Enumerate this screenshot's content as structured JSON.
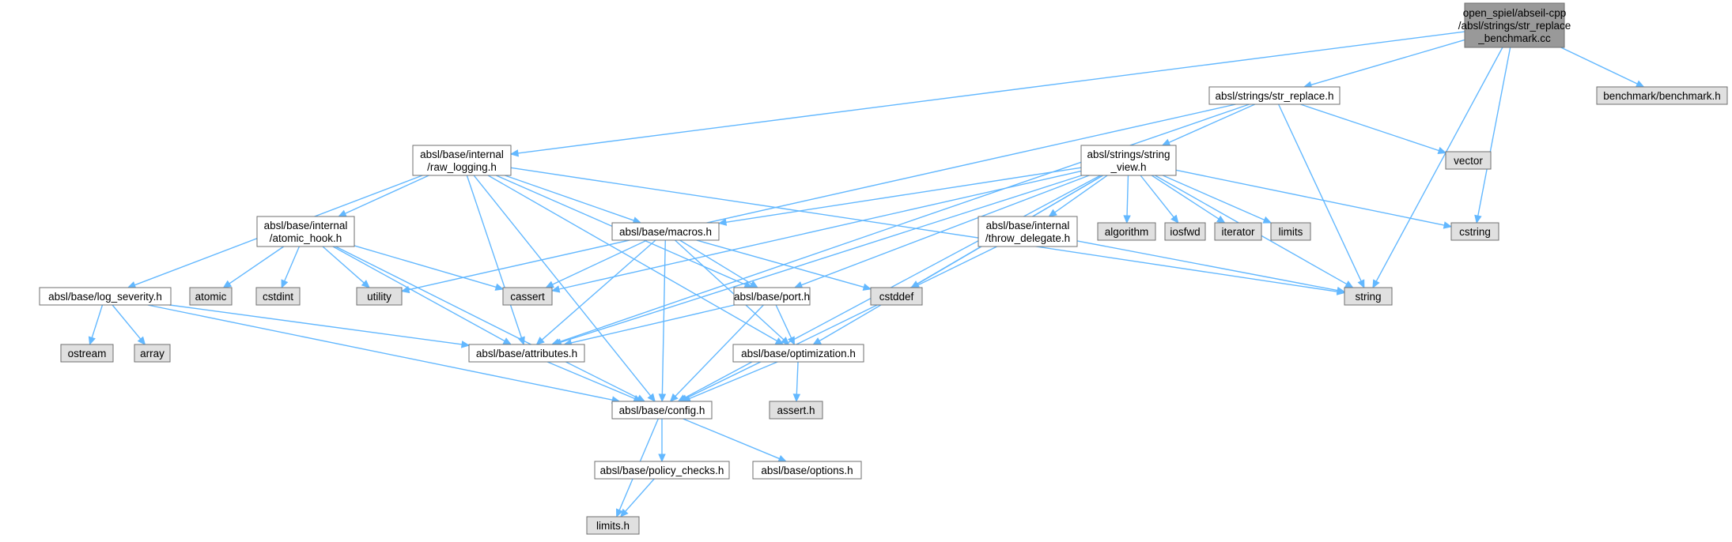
{
  "colors": {
    "root_fill": "#999999",
    "node_fill": "#ffffff",
    "system_header_fill": "#e0e0e0",
    "border": "#6f6f6f",
    "edge": "#63b8ff"
  },
  "nodes": {
    "root": {
      "lines": [
        "open_spiel/abseil-cpp",
        "/absl/strings/str_replace",
        "_benchmark.cc"
      ],
      "kind": "root"
    },
    "str_replace": {
      "lines": [
        "absl/strings/str_replace.h"
      ],
      "kind": "file"
    },
    "benchmark": {
      "lines": [
        "benchmark/benchmark.h"
      ],
      "kind": "system"
    },
    "raw_logging": {
      "lines": [
        "absl/base/internal",
        "/raw_logging.h"
      ],
      "kind": "file"
    },
    "string_view": {
      "lines": [
        "absl/strings/string",
        "_view.h"
      ],
      "kind": "file"
    },
    "vector": {
      "lines": [
        "vector"
      ],
      "kind": "system"
    },
    "atomic_hook": {
      "lines": [
        "absl/base/internal",
        "/atomic_hook.h"
      ],
      "kind": "file"
    },
    "macros": {
      "lines": [
        "absl/base/macros.h"
      ],
      "kind": "file"
    },
    "throw_delegate": {
      "lines": [
        "absl/base/internal",
        "/throw_delegate.h"
      ],
      "kind": "file"
    },
    "algorithm": {
      "lines": [
        "algorithm"
      ],
      "kind": "system"
    },
    "iosfwd": {
      "lines": [
        "iosfwd"
      ],
      "kind": "system"
    },
    "iterator": {
      "lines": [
        "iterator"
      ],
      "kind": "system"
    },
    "limits": {
      "lines": [
        "limits"
      ],
      "kind": "system"
    },
    "cstring": {
      "lines": [
        "cstring"
      ],
      "kind": "system"
    },
    "log_severity": {
      "lines": [
        "absl/base/log_severity.h"
      ],
      "kind": "file"
    },
    "atomic": {
      "lines": [
        "atomic"
      ],
      "kind": "system"
    },
    "cstdint": {
      "lines": [
        "cstdint"
      ],
      "kind": "system"
    },
    "utility": {
      "lines": [
        "utility"
      ],
      "kind": "system"
    },
    "cassert": {
      "lines": [
        "cassert"
      ],
      "kind": "system"
    },
    "port": {
      "lines": [
        "absl/base/port.h"
      ],
      "kind": "file"
    },
    "cstddef": {
      "lines": [
        "cstddef"
      ],
      "kind": "system"
    },
    "string": {
      "lines": [
        "string"
      ],
      "kind": "system"
    },
    "ostream": {
      "lines": [
        "ostream"
      ],
      "kind": "system"
    },
    "array": {
      "lines": [
        "array"
      ],
      "kind": "system"
    },
    "attributes": {
      "lines": [
        "absl/base/attributes.h"
      ],
      "kind": "file"
    },
    "optimization": {
      "lines": [
        "absl/base/optimization.h"
      ],
      "kind": "file"
    },
    "config": {
      "lines": [
        "absl/base/config.h"
      ],
      "kind": "file"
    },
    "assert_h": {
      "lines": [
        "assert.h"
      ],
      "kind": "system"
    },
    "policy_checks": {
      "lines": [
        "absl/base/policy_checks.h"
      ],
      "kind": "file"
    },
    "options": {
      "lines": [
        "absl/base/options.h"
      ],
      "kind": "file"
    },
    "limits_h": {
      "lines": [
        "limits.h"
      ],
      "kind": "system"
    }
  },
  "edges": [
    [
      "root",
      "str_replace"
    ],
    [
      "root",
      "benchmark"
    ],
    [
      "root",
      "raw_logging"
    ],
    [
      "root",
      "cstring"
    ],
    [
      "root",
      "string"
    ],
    [
      "str_replace",
      "string_view"
    ],
    [
      "str_replace",
      "vector"
    ],
    [
      "str_replace",
      "attributes"
    ],
    [
      "str_replace",
      "utility"
    ],
    [
      "str_replace",
      "string"
    ],
    [
      "raw_logging",
      "atomic_hook"
    ],
    [
      "raw_logging",
      "macros"
    ],
    [
      "raw_logging",
      "log_severity"
    ],
    [
      "raw_logging",
      "attributes"
    ],
    [
      "raw_logging",
      "config"
    ],
    [
      "raw_logging",
      "port"
    ],
    [
      "raw_logging",
      "optimization"
    ],
    [
      "raw_logging",
      "string"
    ],
    [
      "string_view",
      "macros"
    ],
    [
      "string_view",
      "throw_delegate"
    ],
    [
      "string_view",
      "algorithm"
    ],
    [
      "string_view",
      "iosfwd"
    ],
    [
      "string_view",
      "iterator"
    ],
    [
      "string_view",
      "limits"
    ],
    [
      "string_view",
      "cstring"
    ],
    [
      "string_view",
      "string"
    ],
    [
      "string_view",
      "cassert"
    ],
    [
      "string_view",
      "cstddef"
    ],
    [
      "string_view",
      "port"
    ],
    [
      "string_view",
      "attributes"
    ],
    [
      "string_view",
      "optimization"
    ],
    [
      "string_view",
      "config"
    ],
    [
      "atomic_hook",
      "atomic"
    ],
    [
      "atomic_hook",
      "cstdint"
    ],
    [
      "atomic_hook",
      "utility"
    ],
    [
      "atomic_hook",
      "cassert"
    ],
    [
      "atomic_hook",
      "attributes"
    ],
    [
      "atomic_hook",
      "config"
    ],
    [
      "macros",
      "cassert"
    ],
    [
      "macros",
      "cstddef"
    ],
    [
      "macros",
      "port"
    ],
    [
      "macros",
      "attributes"
    ],
    [
      "macros",
      "optimization"
    ],
    [
      "macros",
      "config"
    ],
    [
      "throw_delegate",
      "string"
    ],
    [
      "throw_delegate",
      "config"
    ],
    [
      "log_severity",
      "ostream"
    ],
    [
      "log_severity",
      "array"
    ],
    [
      "log_severity",
      "attributes"
    ],
    [
      "log_severity",
      "config"
    ],
    [
      "port",
      "attributes"
    ],
    [
      "port",
      "optimization"
    ],
    [
      "port",
      "config"
    ],
    [
      "attributes",
      "config"
    ],
    [
      "optimization",
      "assert_h"
    ],
    [
      "optimization",
      "config"
    ],
    [
      "config",
      "policy_checks"
    ],
    [
      "config",
      "options"
    ],
    [
      "config",
      "limits_h"
    ],
    [
      "policy_checks",
      "limits_h"
    ]
  ]
}
